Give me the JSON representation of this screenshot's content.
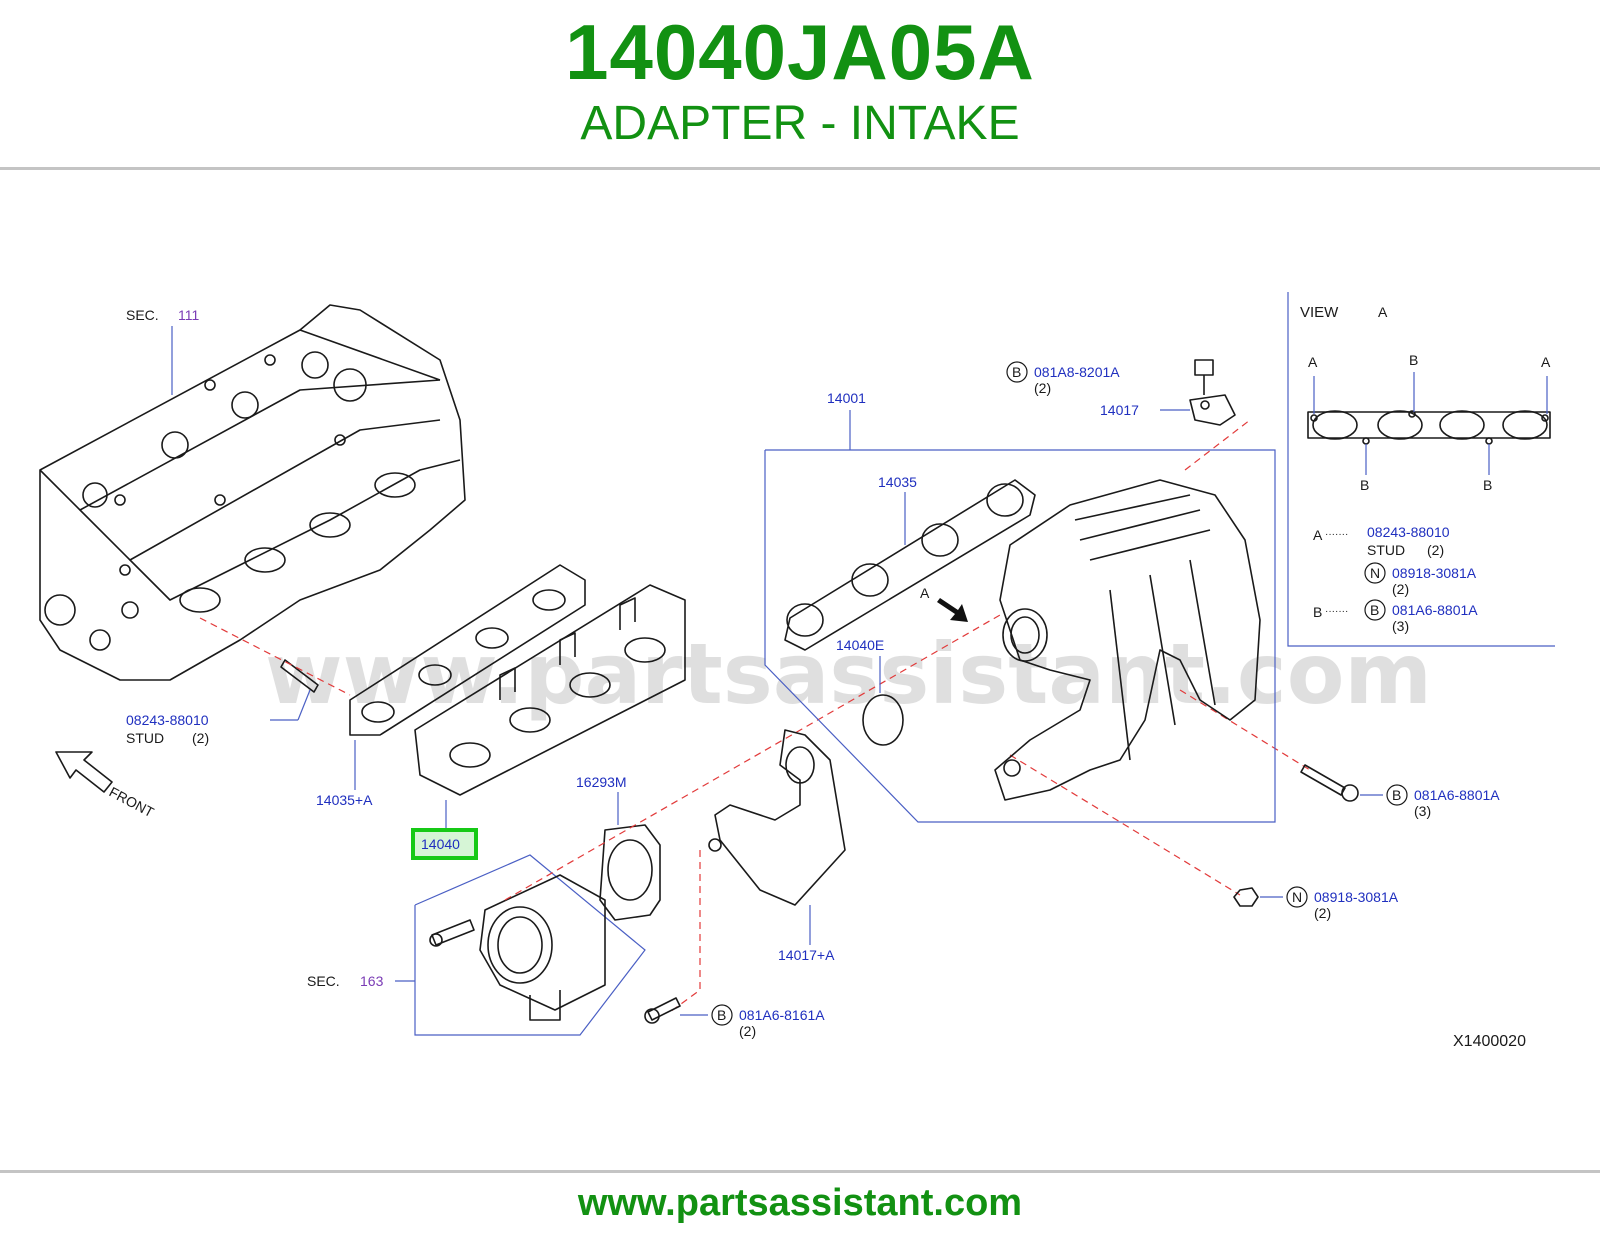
{
  "header": {
    "part_number": "14040JA05A",
    "part_name": "ADAPTER - INTAKE"
  },
  "footer": {
    "url": "www.partsassistant.com"
  },
  "watermark": "www.partsassistant.com",
  "colors": {
    "brand_green": "#129112",
    "label_blue": "#1f2fbf",
    "section_purple": "#7a3bb5",
    "dash_red": "#e23a3a",
    "highlight": "#16c916"
  },
  "diagram": {
    "sec_label": "SEC.",
    "sec_111": "111",
    "sec_163": "163",
    "stud_number": "08243-88010",
    "stud_desc": "STUD",
    "stud_qty": "(2)",
    "front": "FRONT",
    "p14035a": "14035+A",
    "p14040": "14040",
    "p16293m": "16293M",
    "p14017a": "14017+A",
    "bolt_b1": "081A6-8161A",
    "bolt_b1_qty": "(2)",
    "p14001": "14001",
    "p14035": "14035",
    "p14040e": "14040E",
    "a_marker": "A",
    "b_circle": "B",
    "n_circle": "N",
    "top_bolt": "081A8-8201A",
    "top_bolt_qty": "(2)",
    "p14017": "14017",
    "right_bolt": "081A6-8801A",
    "right_bolt_qty": "(3)",
    "right_nut": "08918-3081A",
    "right_nut_qty": "(2)",
    "illustration_code": "X1400020"
  },
  "view_box": {
    "title": "VIEW",
    "title_letter": "A",
    "mark_a": "A",
    "mark_b": "B",
    "a_key": "A",
    "a_dots": "·······",
    "a_number": "08243-88010",
    "a_desc": "STUD",
    "a_qty": "(2)",
    "n_number": "08918-3081A",
    "n_qty": "(2)",
    "b_key": "B",
    "b_dots": "·······",
    "b_number": "081A6-8801A",
    "b_qty": "(3)"
  }
}
